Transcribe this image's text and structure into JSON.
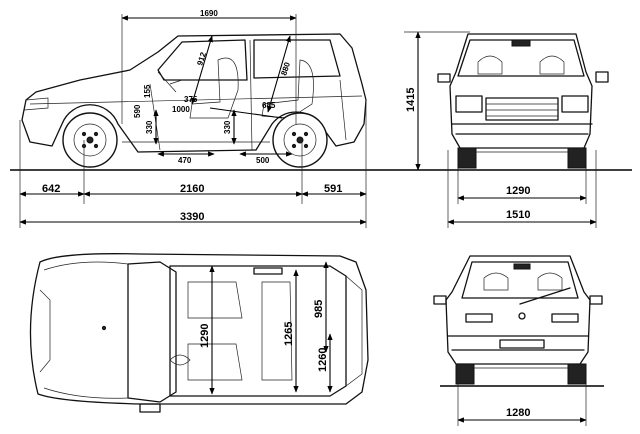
{
  "side_view": {
    "overhang_front": "642",
    "wheelbase": "2160",
    "overhang_rear": "591",
    "overall_length": "3390",
    "interior_length": "1690",
    "height_label": "1415",
    "interior": {
      "d912": "912",
      "d880": "880",
      "d155": "155",
      "d375": "375",
      "d1000": "1000",
      "d685": "685",
      "d590": "590",
      "d330a": "330",
      "d330b": "330",
      "d470": "470",
      "d500": "500"
    }
  },
  "front_view": {
    "track": "1290",
    "width": "1510"
  },
  "top_view": {
    "front_width": "1290",
    "rear_width": "1265",
    "rear_length": "985",
    "rear_seat_width": "1260"
  },
  "rear_view": {
    "track": "1280",
    "badge_left": "",
    "badge_right": ""
  }
}
